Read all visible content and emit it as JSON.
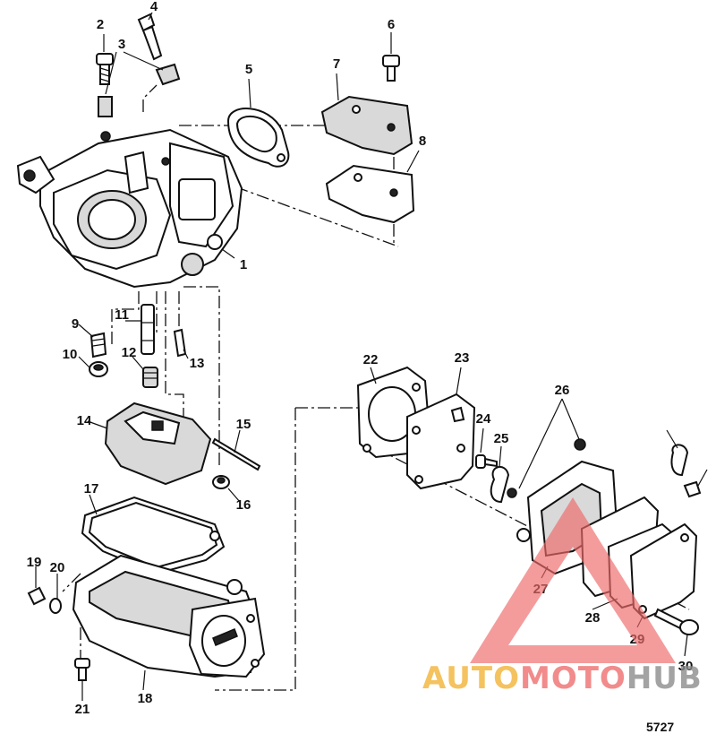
{
  "callouts": [
    "1",
    "2",
    "3",
    "4",
    "5",
    "6",
    "7",
    "8",
    "9",
    "10",
    "11",
    "12",
    "13",
    "14",
    "15",
    "16",
    "17",
    "18",
    "19",
    "20",
    "21",
    "22",
    "23",
    "24",
    "25",
    "26",
    "27",
    "28",
    "29",
    "30"
  ],
  "figure_number": "5727",
  "watermark": {
    "part_a": "AUTO",
    "part_b": "MOTO",
    "part_c": "HUB",
    "colors": {
      "triangle": "#ef6b6b",
      "auto": "#f2b233",
      "moto": "#ef6b6b",
      "hub": "#8a8a8a"
    }
  }
}
